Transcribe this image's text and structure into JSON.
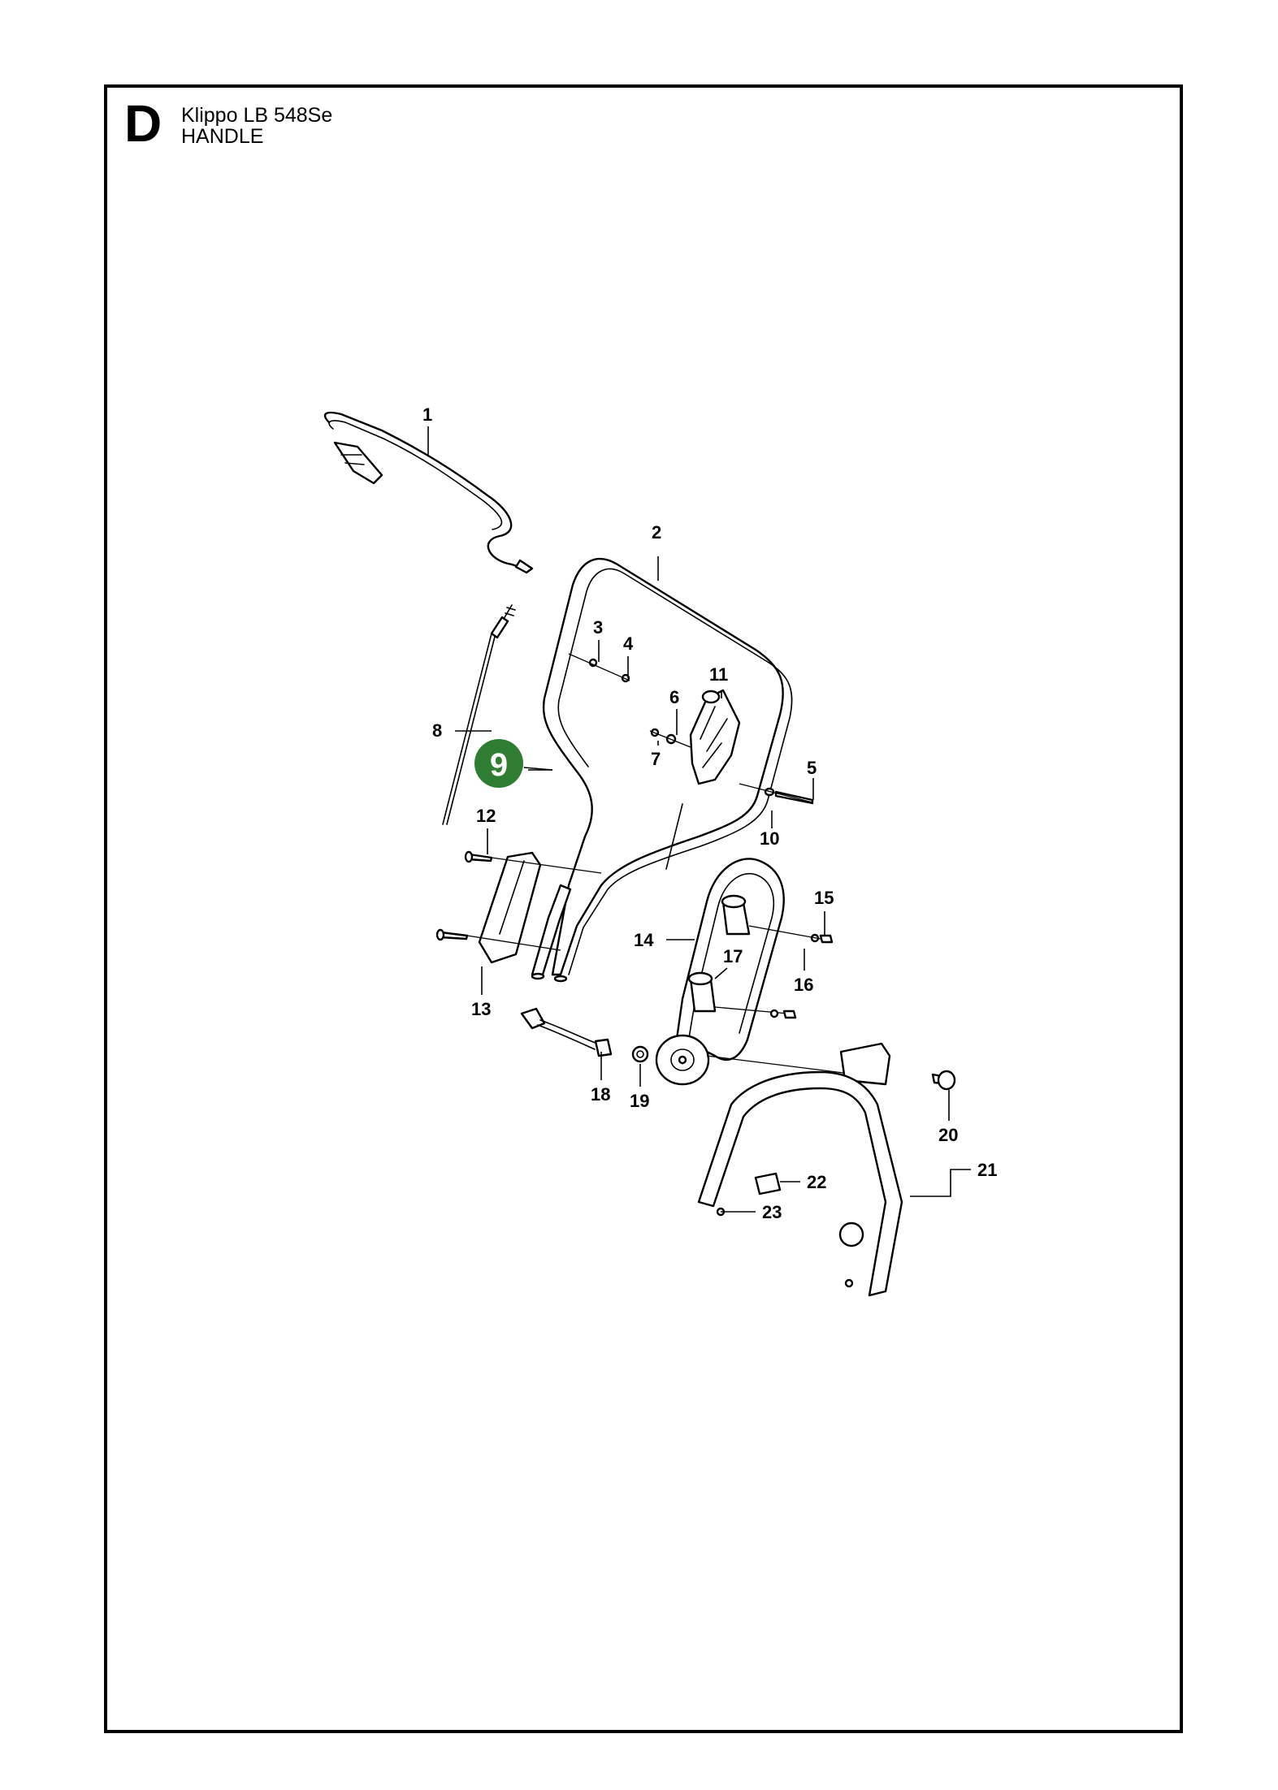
{
  "header": {
    "section_letter": "D",
    "model": "Klippo LB 548Se",
    "section_name": "HANDLE"
  },
  "highlight": {
    "label": "9",
    "color": "#2e7d32"
  },
  "callouts": [
    "1",
    "2",
    "3",
    "4",
    "5",
    "6",
    "7",
    "8",
    "10",
    "11",
    "12",
    "13",
    "14",
    "15",
    "16",
    "17",
    "18",
    "19",
    "20",
    "21",
    "22",
    "23"
  ]
}
